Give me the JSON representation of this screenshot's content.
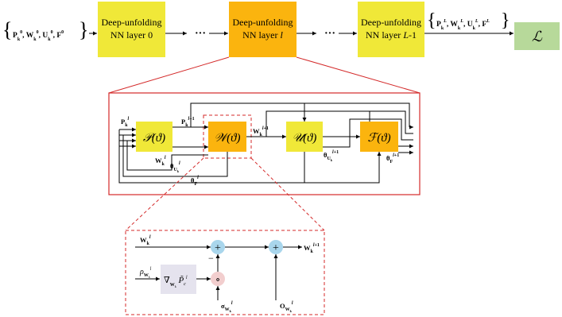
{
  "top_row": {
    "input_label": "{P_k^0, W_k^0, U_k^0, F^0}",
    "layer_0": {
      "line1": "Deep-unfolding",
      "line2": "NN layer 0"
    },
    "dots_1": "···",
    "layer_l": {
      "line1": "Deep-unfolding",
      "line2": "NN layer l"
    },
    "dots_2": "···",
    "layer_last": {
      "line1": "Deep-unfolding",
      "line2": "NN layer L-1"
    },
    "output_label": "{P_k^L, W_k^L, U_k^L, F^L}",
    "loss_label": "ℒ"
  },
  "middle_box": {
    "blocks": {
      "P": "𝒫(ϑ)",
      "W": "𝒲(ϑ)",
      "U": "𝒰(ϑ)",
      "F": "ℱ(ϑ)"
    },
    "labels": {
      "p_in": "P_k^l",
      "p_out": "P_k^{l+1}",
      "w_in": "W_k^l",
      "w_out": "W_k^{l+1}",
      "theta_u": "θ_{U_k}^l",
      "theta_u_next": "θ_{U_k}^{l+1}",
      "theta_f": "θ_F^l",
      "theta_f_next": "θ_F^{l+1}"
    }
  },
  "bottom_box": {
    "w_in": "W_k^l",
    "w_out": "W_k^{l+1}",
    "rho": "ρ_{W_k}^l",
    "grad": "∇_{W_k} P̃_c^l",
    "plus_1": "+",
    "minus": "−",
    "circle_op": "∘",
    "plus_2": "+",
    "sigma": "σ_{W_k}^l",
    "o": "O_{W_k}^l"
  },
  "colors": {
    "yellow_block": "#f0e838",
    "orange_block": "#fbb40e",
    "loss_block": "#b7d99a",
    "grad_block": "#e5e3ee",
    "plus_circle": "#a9d6ec",
    "op_circle": "#f2cece",
    "red_frame": "#d42a2a"
  }
}
